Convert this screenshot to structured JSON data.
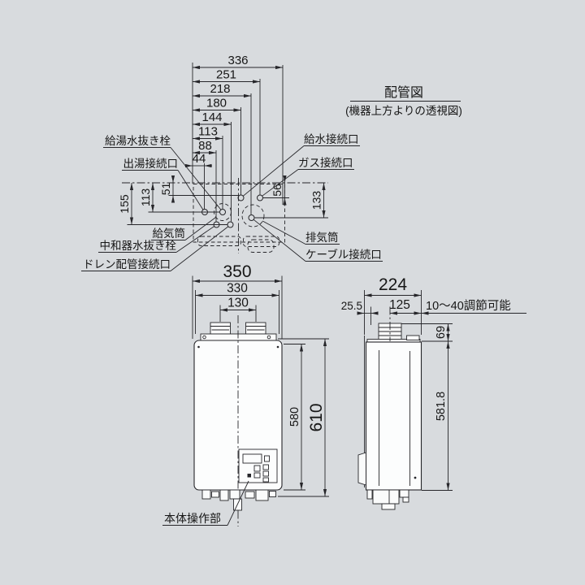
{
  "piping_diagram": {
    "title": "配管図",
    "subtitle": "(機器上方よりの透視図)",
    "top_dims": [
      "336",
      "251",
      "218",
      "180",
      "144",
      "113",
      "88",
      "44"
    ],
    "left_dims": [
      "155",
      "113",
      "51"
    ],
    "right_dims": [
      "56",
      "133"
    ],
    "labels": {
      "hot_water_drain_plug": "給湯水抜き栓",
      "hot_water_outlet": "出湯接続口",
      "air_intake_duct": "給気筒",
      "neutralizer_drain_plug": "中和器水抜き栓",
      "drain_pipe_connection": "ドレン配管接続口",
      "water_supply_connection": "給水接続口",
      "gas_connection": "ガス接続口",
      "exhaust_duct": "排気筒",
      "cable_connection": "ケーブル接続口"
    }
  },
  "front_view": {
    "dims": {
      "overall_width": "350",
      "mount_width": "330",
      "duct_pitch": "130",
      "body_height": "580",
      "overall_height": "610"
    },
    "control_panel_label": "本体操作部"
  },
  "side_view": {
    "dims": {
      "overall_depth": "224",
      "rear_clearance": "25.5",
      "duct_center_offset": "125",
      "duct_height": "69",
      "body_height": "581.8"
    },
    "note": "10〜40調節可能"
  },
  "colors": {
    "background": "#d8dbde",
    "line": "#26262a"
  }
}
